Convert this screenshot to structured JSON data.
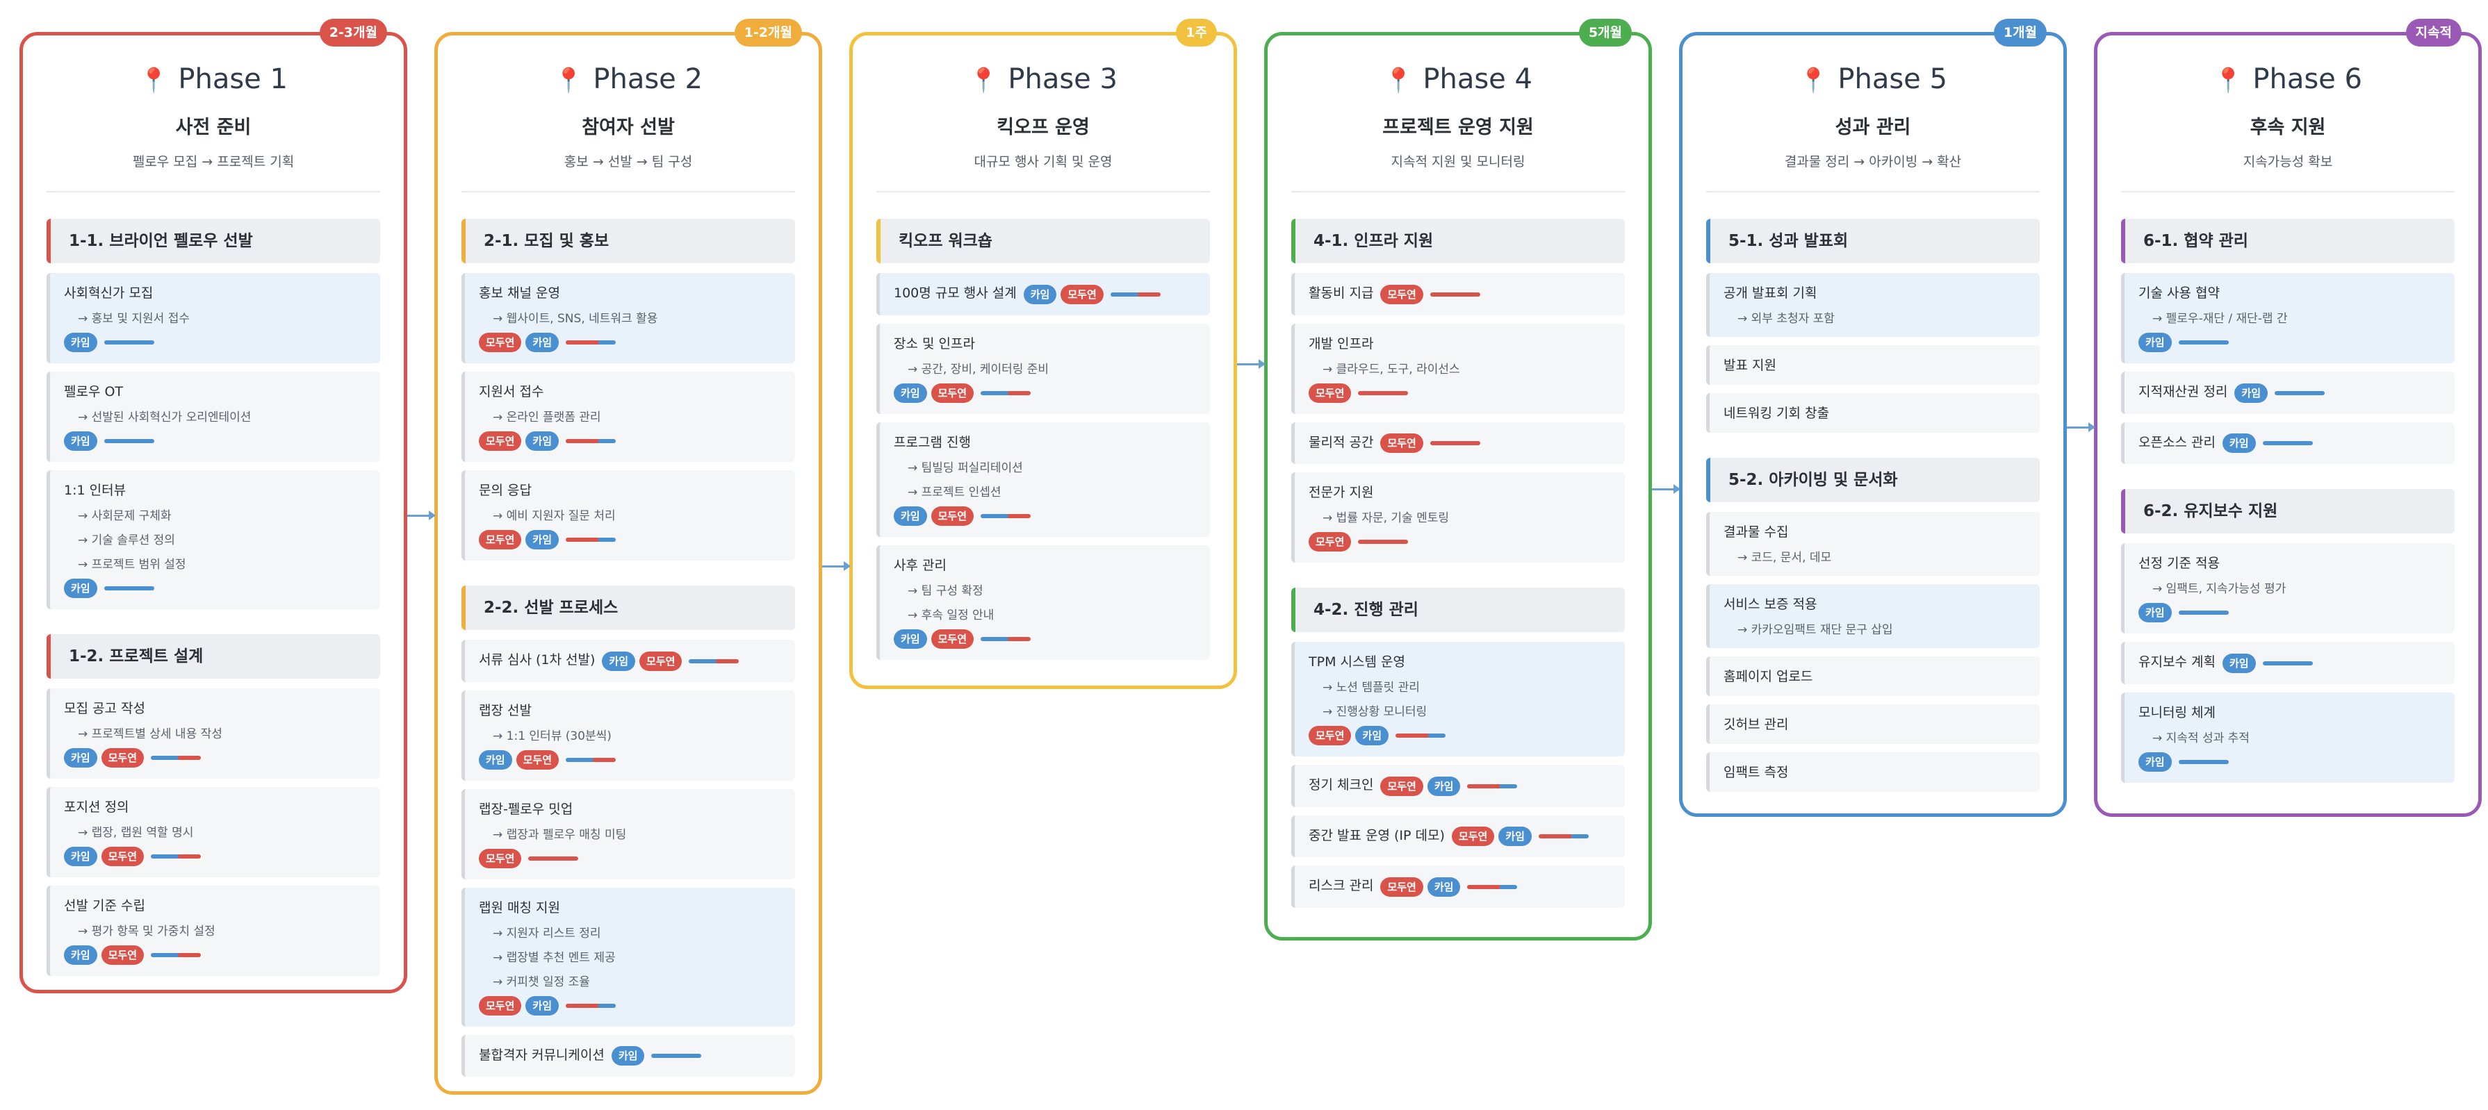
{
  "colors": {
    "p1": "#d9534a",
    "p2": "#f0ad3b",
    "p3": "#f2c13e",
    "p4": "#4cae4f",
    "p5": "#4a8fd0",
    "p6": "#9b59b6",
    "kaim": "#4a8fd0",
    "modu": "#d9534a"
  },
  "tag_labels": {
    "kaim": "카임",
    "modu": "모두연"
  },
  "pin_icon": "📍",
  "phases": [
    {
      "title": "Phase 1",
      "duration": "2-3개월",
      "subtitle": "사전 준비",
      "flow": "펠로우 모집 → 프로젝트 기획",
      "sections": [
        {
          "title": "1-1. 브라이언 펠로우 선발",
          "items": [
            {
              "title": "사회혁신가 모집",
              "subs": [
                "→ 홍보 및 지원서 접수"
              ],
              "tags": [
                "kaim"
              ]
            },
            {
              "title": "펠로우 OT",
              "subs": [
                "→ 선발된 사회혁신가 오리엔테이션"
              ],
              "tags": [
                "kaim"
              ]
            },
            {
              "title": "1:1 인터뷰",
              "subs": [
                "→ 사회문제 구체화",
                "→ 기술 솔루션 정의",
                "→ 프로젝트 범위 설정"
              ],
              "tags": [
                "kaim"
              ]
            }
          ]
        },
        {
          "title": "1-2. 프로젝트 설계",
          "items": [
            {
              "title": "모집 공고 작성",
              "subs": [
                "→ 프로젝트별 상세 내용 작성"
              ],
              "tags": [
                "kaim",
                "modu"
              ]
            },
            {
              "title": "포지션 정의",
              "subs": [
                "→ 랩장, 랩원 역할 명시"
              ],
              "tags": [
                "kaim",
                "modu"
              ]
            },
            {
              "title": "선발 기준 수립",
              "subs": [
                "→ 평가 항목 및 가중치 설정"
              ],
              "tags": [
                "kaim",
                "modu"
              ]
            }
          ]
        }
      ]
    },
    {
      "title": "Phase 2",
      "duration": "1-2개월",
      "subtitle": "참여자 선발",
      "flow": "홍보 → 선발 → 팀 구성",
      "sections": [
        {
          "title": "2-1. 모집 및 홍보",
          "items": [
            {
              "title": "홍보 채널 운영",
              "subs": [
                "→ 웹사이트, SNS, 네트워크 활용"
              ],
              "tags": [
                "modu",
                "kaim"
              ]
            },
            {
              "title": "지원서 접수",
              "subs": [
                "→ 온라인 플랫폼 관리"
              ],
              "tags": [
                "modu",
                "kaim"
              ]
            },
            {
              "title": "문의 응답",
              "subs": [
                "→ 예비 지원자 질문 처리"
              ],
              "tags": [
                "modu",
                "kaim"
              ]
            }
          ]
        },
        {
          "title": "2-2. 선발 프로세스",
          "items": [
            {
              "title": "서류 심사 (1차 선발)",
              "subs": [],
              "tags": [
                "kaim",
                "modu"
              ]
            },
            {
              "title": "랩장 선발",
              "subs": [
                "→ 1:1 인터뷰 (30분씩)"
              ],
              "tags": [
                "kaim",
                "modu"
              ]
            },
            {
              "title": "랩장-펠로우 밋업",
              "subs": [
                "→ 랩장과 펠로우 매칭 미팅"
              ],
              "tags": [
                "modu"
              ]
            },
            {
              "title": "랩원 매칭 지원",
              "subs": [
                "→ 지원자 리스트 정리",
                "→ 랩장별 추천 멘트 제공",
                "→ 커피챗 일정 조율"
              ],
              "tags": [
                "modu",
                "kaim"
              ]
            },
            {
              "title": "불합격자 커뮤니케이션",
              "subs": [],
              "tags": [
                "kaim"
              ]
            }
          ]
        }
      ]
    },
    {
      "title": "Phase 3",
      "duration": "1주",
      "subtitle": "킥오프 운영",
      "flow": "대규모 행사 기획 및 운영",
      "sections": [
        {
          "title": "킥오프 워크숍",
          "items": [
            {
              "title": "100명 규모 행사 설계",
              "subs": [],
              "tags": [
                "kaim",
                "modu"
              ]
            },
            {
              "title": "장소 및 인프라",
              "subs": [
                "→ 공간, 장비, 케이터링 준비"
              ],
              "tags": [
                "kaim",
                "modu"
              ]
            },
            {
              "title": "프로그램 진행",
              "subs": [
                "→ 팀빌딩 퍼실리테이션",
                "→ 프로젝트 인셉션"
              ],
              "tags": [
                "kaim",
                "modu"
              ]
            },
            {
              "title": "사후 관리",
              "subs": [
                "→ 팀 구성 확정",
                "→ 후속 일정 안내"
              ],
              "tags": [
                "kaim",
                "modu"
              ]
            }
          ]
        }
      ]
    },
    {
      "title": "Phase 4",
      "duration": "5개월",
      "subtitle": "프로젝트 운영 지원",
      "flow": "지속적 지원 및 모니터링",
      "sections": [
        {
          "title": "4-1. 인프라 지원",
          "items": [
            {
              "title": "활동비 지급",
              "subs": [],
              "tags": [
                "modu"
              ]
            },
            {
              "title": "개발 인프라",
              "subs": [
                "→ 클라우드, 도구, 라이선스"
              ],
              "tags": [
                "modu"
              ]
            },
            {
              "title": "물리적 공간",
              "subs": [],
              "tags": [
                "modu"
              ]
            },
            {
              "title": "전문가 지원",
              "subs": [
                "→ 법률 자문, 기술 멘토링"
              ],
              "tags": [
                "modu"
              ]
            }
          ]
        },
        {
          "title": "4-2. 진행 관리",
          "items": [
            {
              "title": "TPM 시스템 운영",
              "subs": [
                "→ 노션 템플릿 관리",
                "→ 진행상황 모니터링"
              ],
              "tags": [
                "modu",
                "kaim"
              ]
            },
            {
              "title": "정기 체크인",
              "subs": [],
              "tags": [
                "modu",
                "kaim"
              ]
            },
            {
              "title": "중간 발표 운영 (IP 데모)",
              "subs": [],
              "tags": [
                "modu",
                "kaim"
              ]
            },
            {
              "title": "리스크 관리",
              "subs": [],
              "tags": [
                "modu",
                "kaim"
              ]
            }
          ]
        }
      ]
    },
    {
      "title": "Phase 5",
      "duration": "1개월",
      "subtitle": "성과 관리",
      "flow": "결과물 정리 → 아카이빙 → 확산",
      "sections": [
        {
          "title": "5-1. 성과 발표회",
          "items": [
            {
              "title": "공개 발표회 기획",
              "subs": [
                "→ 외부 초청자 포함"
              ],
              "tags": []
            },
            {
              "title": "발표 지원",
              "subs": [],
              "tags": []
            },
            {
              "title": "네트워킹 기회 창출",
              "subs": [],
              "tags": []
            }
          ]
        },
        {
          "title": "5-2. 아카이빙 및 문서화",
          "items": [
            {
              "title": "결과물 수집",
              "subs": [
                "→ 코드, 문서, 데모"
              ],
              "tags": []
            },
            {
              "title": "서비스 보증 적용",
              "subs": [
                "→ 카카오임팩트 재단 문구 삽입"
              ],
              "tags": []
            },
            {
              "title": "홈페이지 업로드",
              "subs": [],
              "tags": []
            },
            {
              "title": "깃허브 관리",
              "subs": [],
              "tags": []
            },
            {
              "title": "임팩트 측정",
              "subs": [],
              "tags": []
            }
          ]
        }
      ]
    },
    {
      "title": "Phase 6",
      "duration": "지속적",
      "subtitle": "후속 지원",
      "flow": "지속가능성 확보",
      "sections": [
        {
          "title": "6-1. 협약 관리",
          "items": [
            {
              "title": "기술 사용 협약",
              "subs": [
                "→ 펠로우-재단 / 재단-랩 간"
              ],
              "tags": [
                "kaim"
              ]
            },
            {
              "title": "지적재산권 정리",
              "subs": [],
              "tags": [
                "kaim"
              ]
            },
            {
              "title": "오픈소스 관리",
              "subs": [],
              "tags": [
                "kaim"
              ]
            }
          ]
        },
        {
          "title": "6-2. 유지보수 지원",
          "items": [
            {
              "title": "선정 기준 적용",
              "subs": [
                "→ 임팩트, 지속가능성 평가"
              ],
              "tags": [
                "kaim"
              ]
            },
            {
              "title": "유지보수 계획",
              "subs": [],
              "tags": [
                "kaim"
              ]
            },
            {
              "title": "모니터링 체계",
              "subs": [
                "→ 지속적 성과 추적"
              ],
              "tags": [
                "kaim"
              ]
            }
          ]
        }
      ]
    }
  ]
}
